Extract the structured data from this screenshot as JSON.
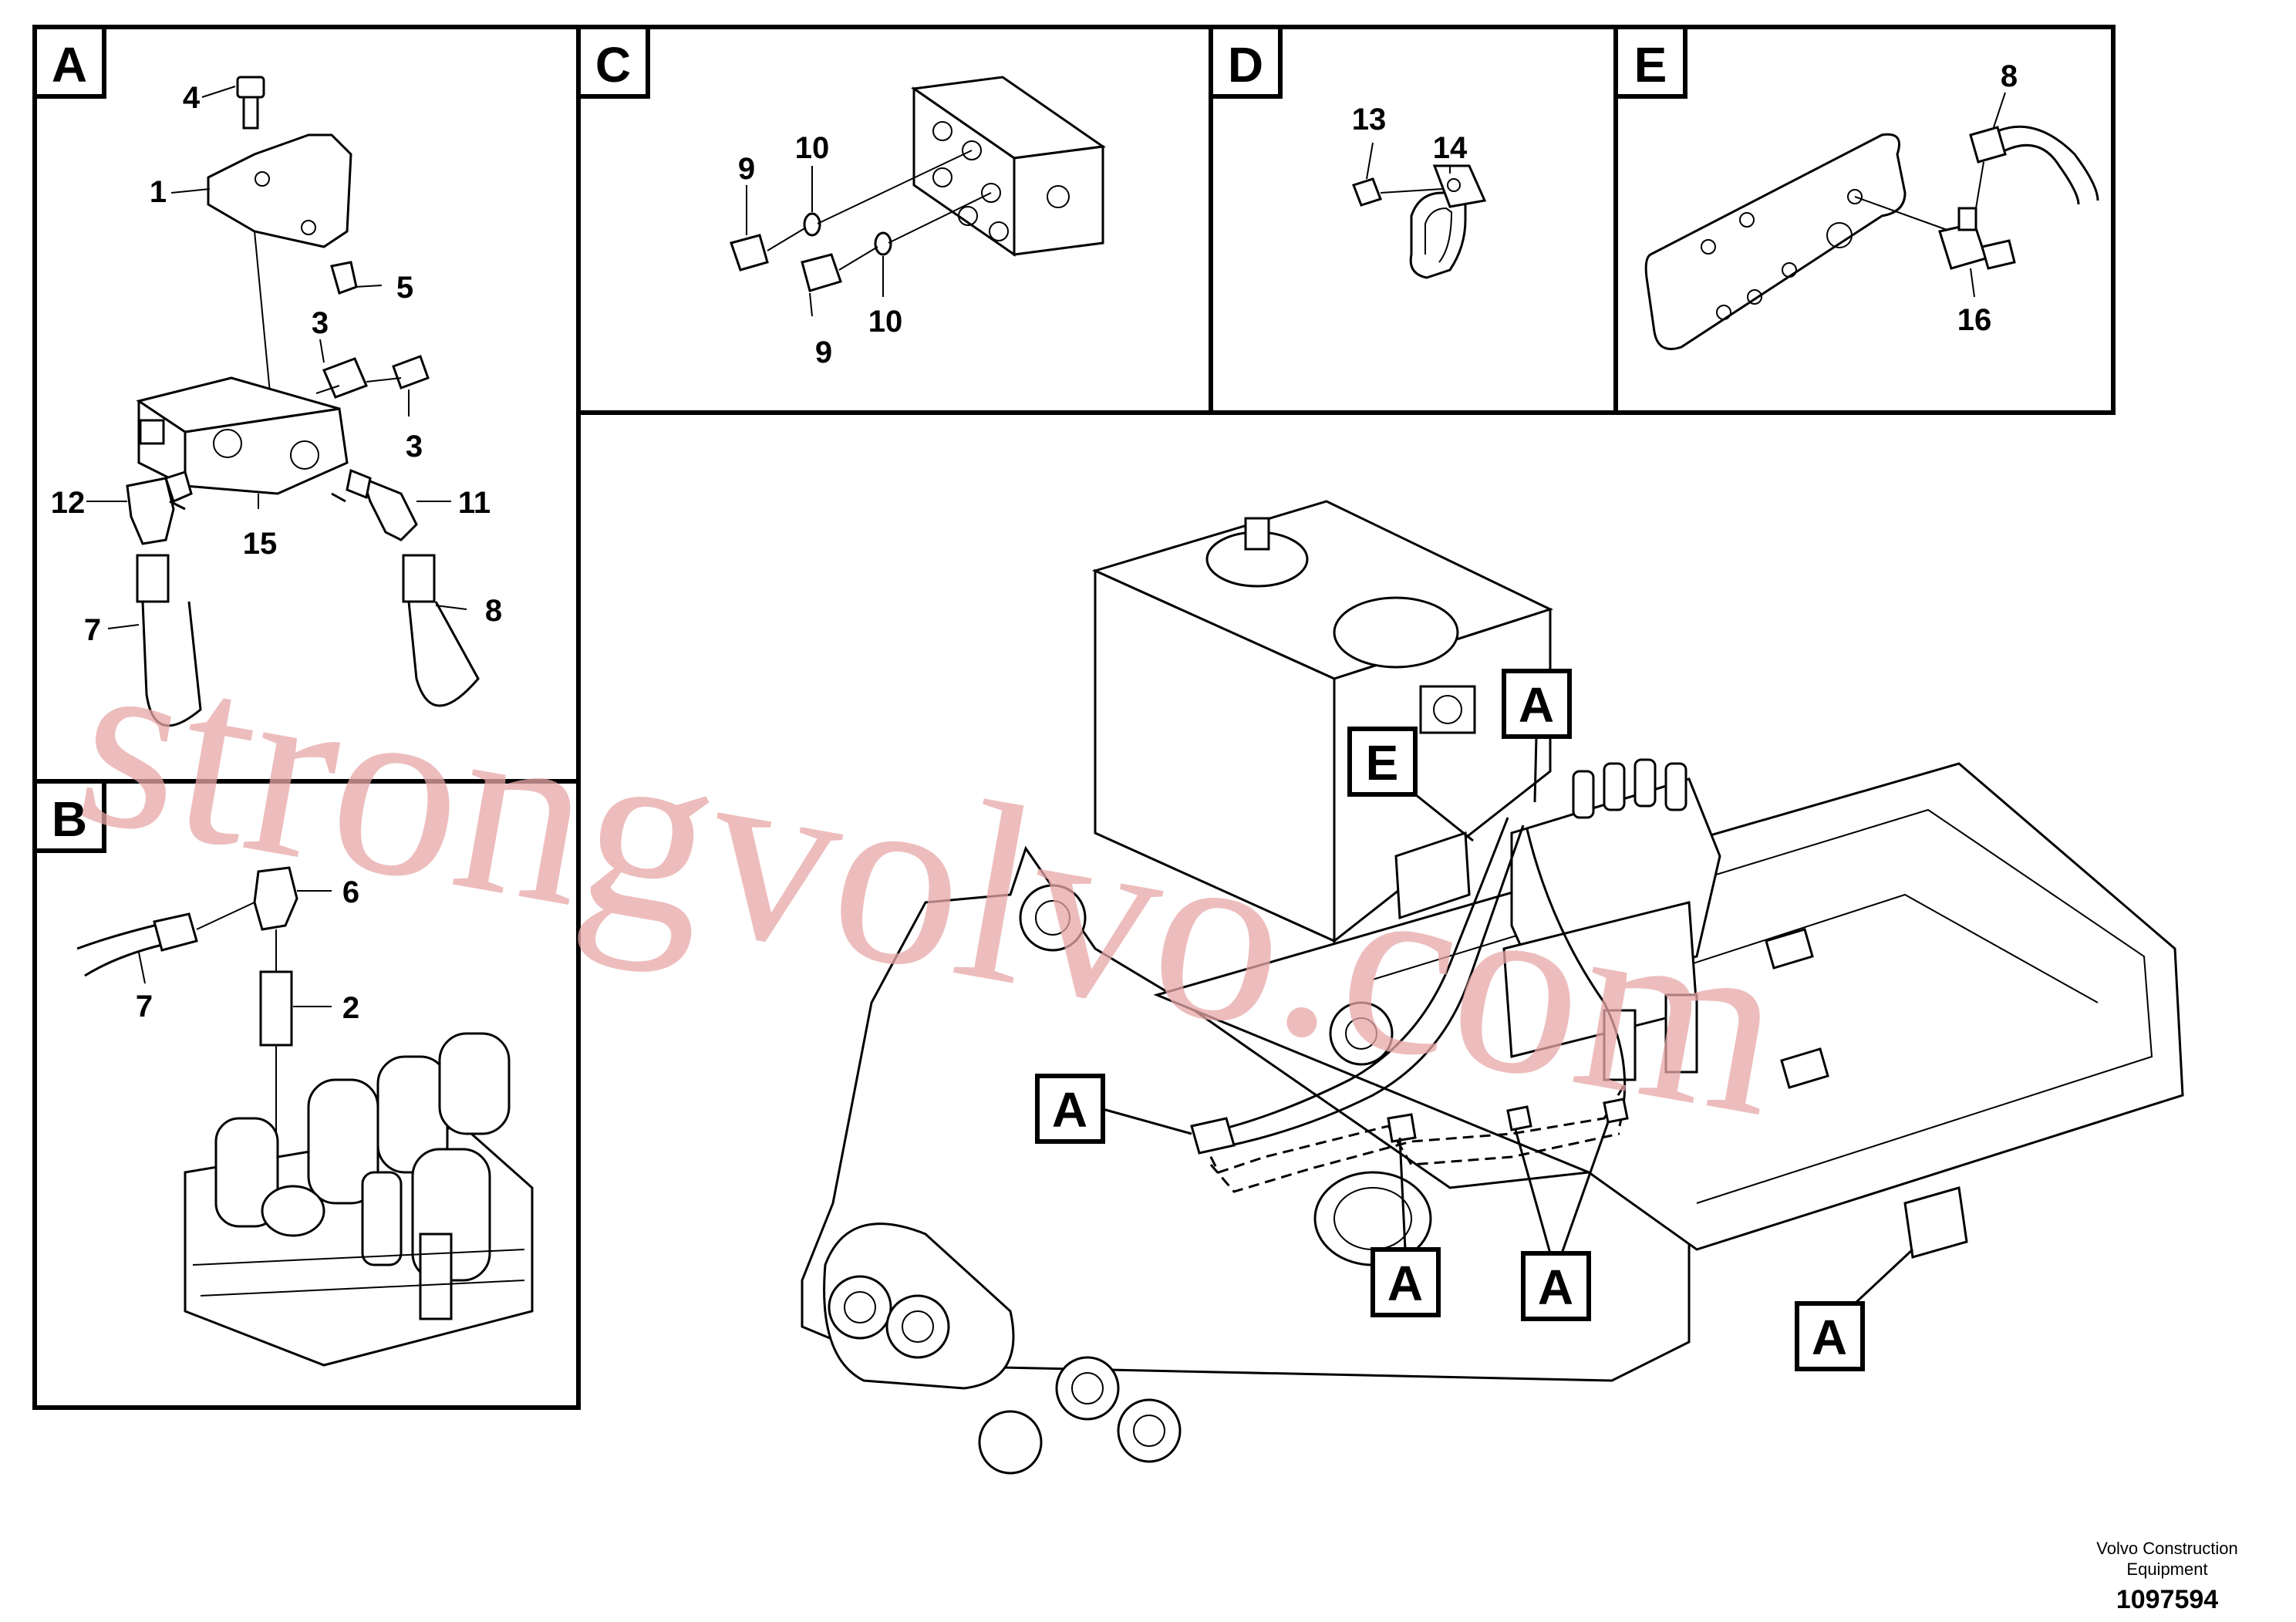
{
  "panels": {
    "A": {
      "tag": "A",
      "labels": [
        "4",
        "1",
        "5",
        "3",
        "3",
        "12",
        "15",
        "11",
        "7",
        "8"
      ]
    },
    "B": {
      "tag": "B",
      "labels": [
        "6",
        "7",
        "2"
      ]
    },
    "C": {
      "tag": "C",
      "labels": [
        "9",
        "10",
        "10",
        "9"
      ]
    },
    "D": {
      "tag": "D",
      "labels": [
        "13",
        "14"
      ]
    },
    "E": {
      "tag": "E",
      "labels": [
        "8",
        "16"
      ]
    }
  },
  "main_view": {
    "callouts": [
      "A",
      "E",
      "A",
      "A",
      "A",
      "A"
    ]
  },
  "watermark": "strongvolvo.com",
  "footer": {
    "brand_line1": "Volvo Construction",
    "brand_line2": "Equipment",
    "code": "1097594"
  }
}
